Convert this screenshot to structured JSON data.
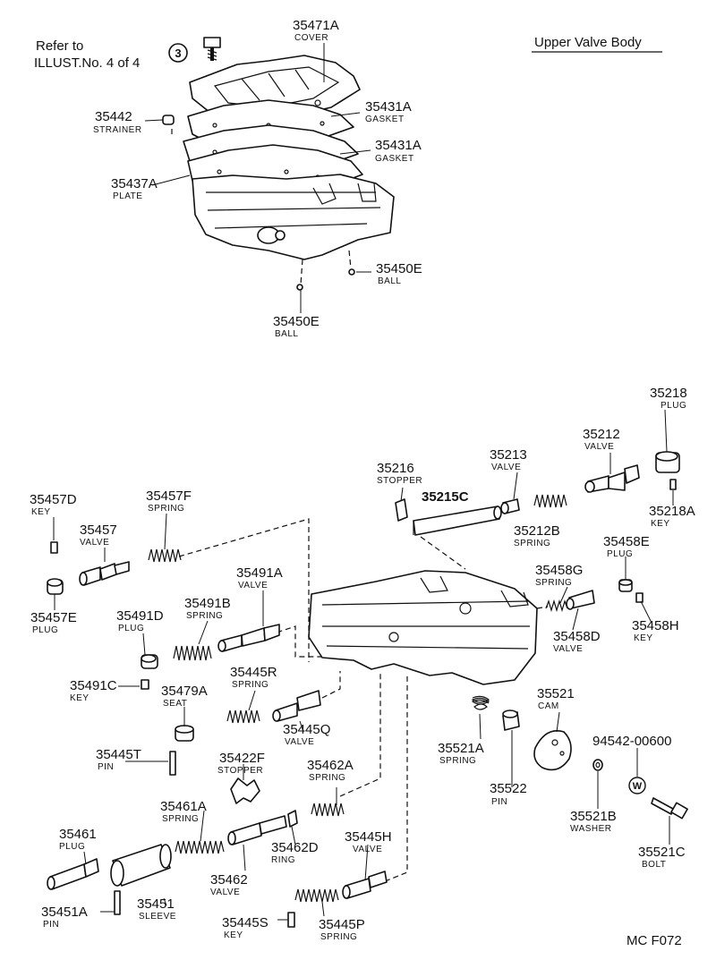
{
  "title": "Upper Valve Body",
  "refer": {
    "line1": "Refer to",
    "line2": "ILLUST.No. 4 of 4",
    "circle": "3"
  },
  "footer": "MC  F072",
  "parts": [
    {
      "id": "p1",
      "number": "35471A",
      "name": "COVER"
    },
    {
      "id": "p2",
      "number": "35431A",
      "name": "GASKET"
    },
    {
      "id": "p3",
      "number": "35442",
      "name": "STRAINER"
    },
    {
      "id": "p4",
      "number": "35431A",
      "name": "GASKET"
    },
    {
      "id": "p5",
      "number": "35437A",
      "name": "PLATE"
    },
    {
      "id": "p6",
      "number": "35450E",
      "name": "BALL"
    },
    {
      "id": "p7",
      "number": "35450E",
      "name": "BALL"
    },
    {
      "id": "p8",
      "number": "35218",
      "name": "PLUG"
    },
    {
      "id": "p9",
      "number": "35212",
      "name": "VALVE"
    },
    {
      "id": "p10",
      "number": "35213",
      "name": "VALVE"
    },
    {
      "id": "p11",
      "number": "35216",
      "name": "STOPPER"
    },
    {
      "id": "p12",
      "number": "35215C",
      "name": ""
    },
    {
      "id": "p13",
      "number": "35212B",
      "name": "SPRING"
    },
    {
      "id": "p14",
      "number": "35218A",
      "name": "KEY"
    },
    {
      "id": "p15",
      "number": "35457D",
      "name": "KEY"
    },
    {
      "id": "p16",
      "number": "35457F",
      "name": "SPRING"
    },
    {
      "id": "p17",
      "number": "35457",
      "name": "VALVE"
    },
    {
      "id": "p18",
      "number": "35457E",
      "name": "PLUG"
    },
    {
      "id": "p19",
      "number": "35491A",
      "name": "VALVE"
    },
    {
      "id": "p20",
      "number": "35491B",
      "name": "SPRING"
    },
    {
      "id": "p21",
      "number": "35491D",
      "name": "PLUG"
    },
    {
      "id": "p22",
      "number": "35458E",
      "name": "PLUG"
    },
    {
      "id": "p23",
      "number": "35458G",
      "name": "SPRING"
    },
    {
      "id": "p24",
      "number": "35458H",
      "name": "KEY"
    },
    {
      "id": "p25",
      "number": "35458D",
      "name": "VALVE"
    },
    {
      "id": "p26",
      "number": "35491C",
      "name": "KEY"
    },
    {
      "id": "p27",
      "number": "35445R",
      "name": "SPRING"
    },
    {
      "id": "p28",
      "number": "35479A",
      "name": "SEAT"
    },
    {
      "id": "p29",
      "number": "35445Q",
      "name": "VALVE"
    },
    {
      "id": "p30",
      "number": "35521",
      "name": "CAM"
    },
    {
      "id": "p31",
      "number": "35521A",
      "name": "SPRING"
    },
    {
      "id": "p32",
      "number": "35445T",
      "name": "PIN"
    },
    {
      "id": "p33",
      "number": "35422F",
      "name": "STOPPER"
    },
    {
      "id": "p34",
      "number": "94542-00600",
      "name": ""
    },
    {
      "id": "p35",
      "number": "35462A",
      "name": "SPRING"
    },
    {
      "id": "p36",
      "number": "35522",
      "name": "PIN"
    },
    {
      "id": "p37",
      "number": "35521B",
      "name": "WASHER"
    },
    {
      "id": "p38",
      "number": "35461A",
      "name": "SPRING"
    },
    {
      "id": "p39",
      "number": "35462D",
      "name": "RING"
    },
    {
      "id": "p40",
      "number": "35445H",
      "name": "VALVE"
    },
    {
      "id": "p41",
      "number": "35521C",
      "name": "BOLT"
    },
    {
      "id": "p42",
      "number": "35461",
      "name": "PLUG"
    },
    {
      "id": "p43",
      "number": "35462",
      "name": "VALVE"
    },
    {
      "id": "p44",
      "number": "35451",
      "name": "SLEEVE"
    },
    {
      "id": "p45",
      "number": "35451A",
      "name": "PIN"
    },
    {
      "id": "p46",
      "number": "35445S",
      "name": "KEY"
    },
    {
      "id": "p47",
      "number": "35445P",
      "name": "SPRING"
    }
  ],
  "washer_symbol": "W"
}
